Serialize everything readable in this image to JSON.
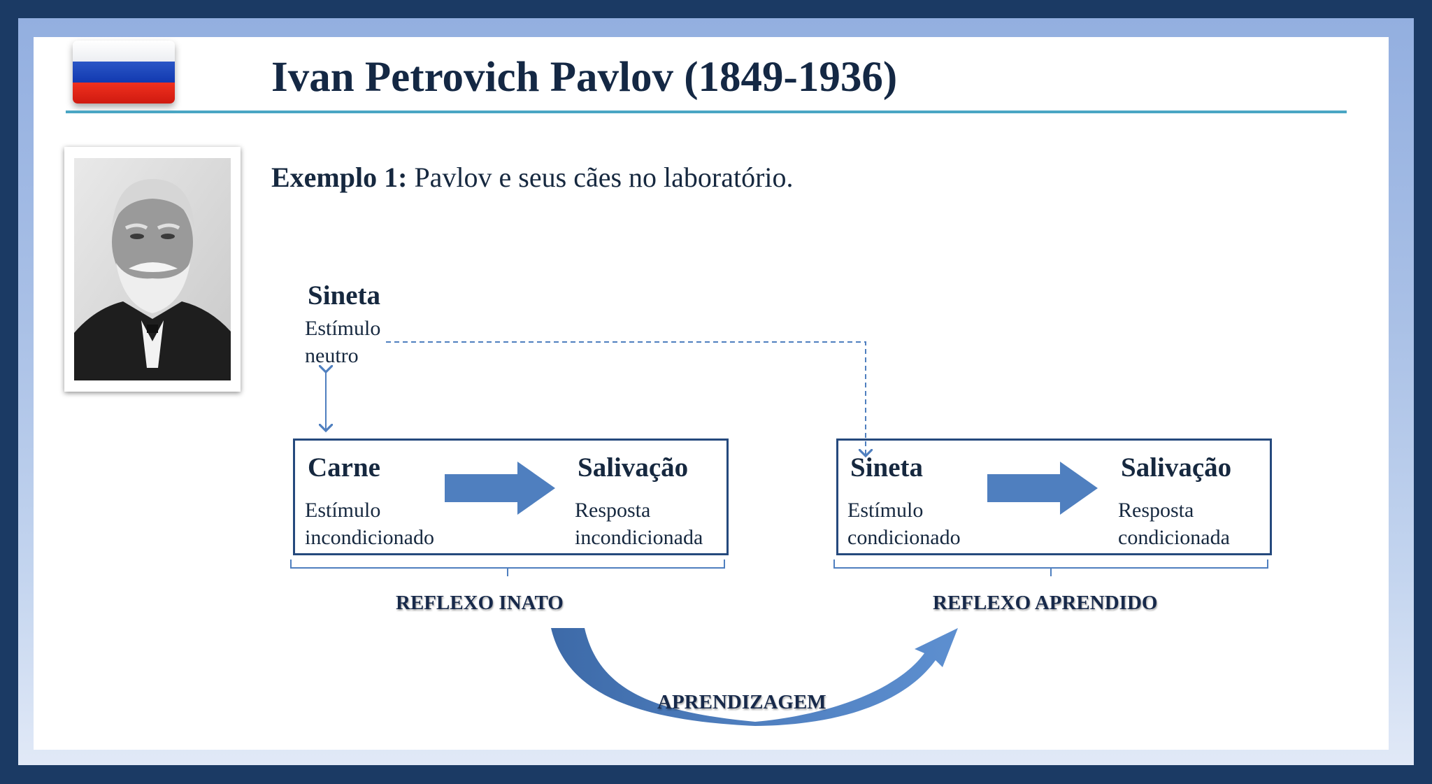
{
  "slide": {
    "title": "Ivan Petrovich Pavlov (1849-1936)",
    "example_label": "Exemplo 1:",
    "example_text": " Pavlov e seus cães no laboratório."
  },
  "diagram": {
    "neutral": {
      "name": "Sineta",
      "line1": "Estímulo",
      "line2": "neutro"
    },
    "innate_box": {
      "stimulus": {
        "name": "Carne",
        "line1": "Estímulo",
        "line2": "incondicionado"
      },
      "response": {
        "name": "Salivação",
        "line1": "Resposta",
        "line2": "incondicionada"
      }
    },
    "learned_box": {
      "stimulus": {
        "name": "Sineta",
        "line1": "Estímulo",
        "line2": "condicionado"
      },
      "response": {
        "name": "Salivação",
        "line1": "Resposta",
        "line2": "condicionada"
      }
    },
    "innate_label": "REFLEXO INATO",
    "learned_label": "REFLEXO APRENDIDO",
    "learning_label": "APRENDIZAGEM"
  },
  "colors": {
    "frame": "#1b3a64",
    "accent_rule": "#4aa6c4",
    "arrow_blue": "#4f7fbf",
    "box_border": "#25497d"
  }
}
